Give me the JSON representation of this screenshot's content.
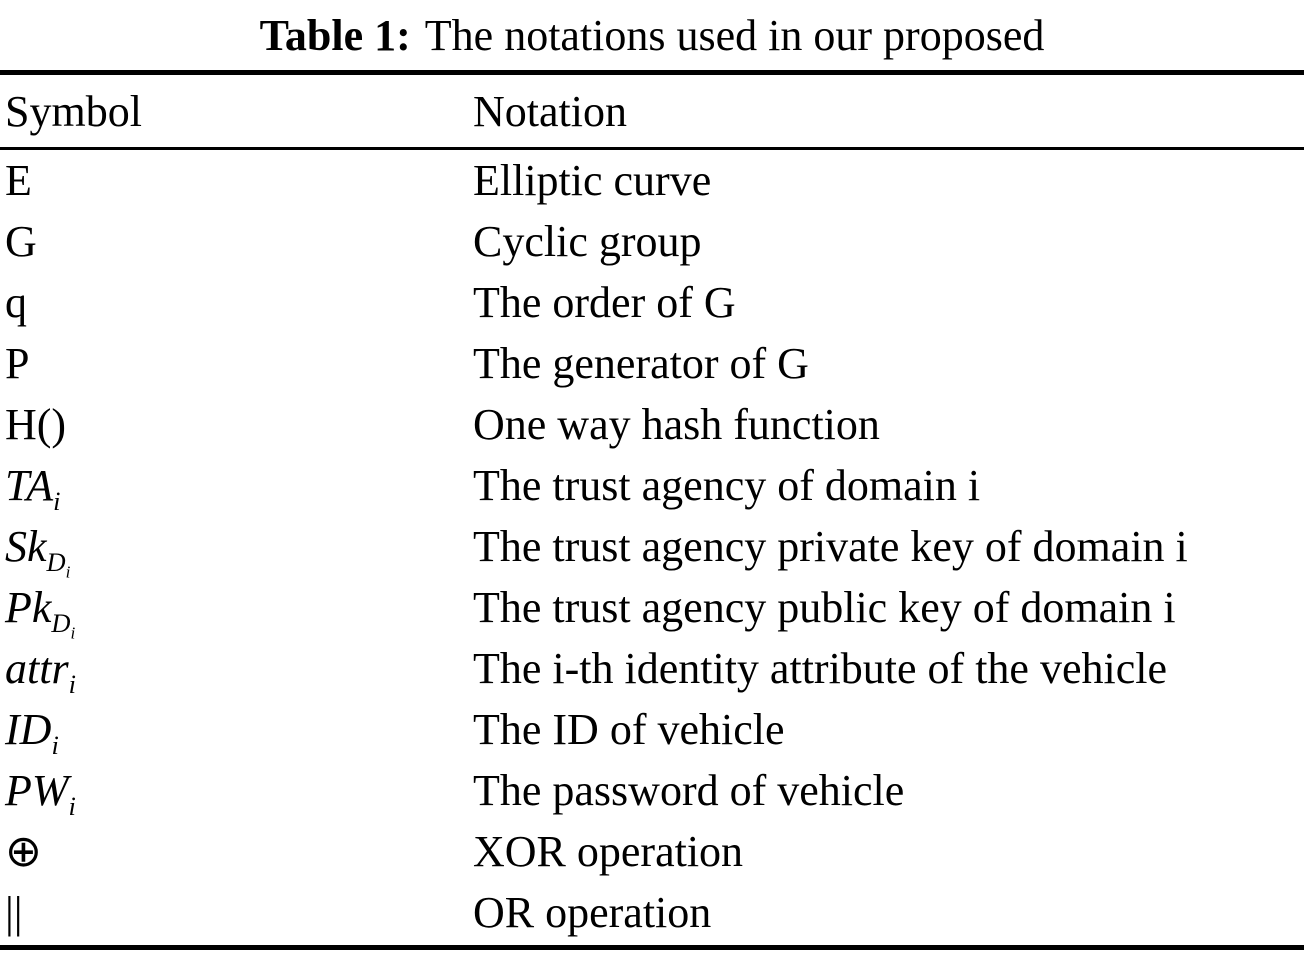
{
  "title": {
    "label": "Table 1:",
    "text": "The notations used in our proposed"
  },
  "header": {
    "symbol": "Symbol",
    "notation": "Notation"
  },
  "rows": [
    {
      "symbol": {
        "main": "E"
      },
      "notation": "Elliptic curve"
    },
    {
      "symbol": {
        "main": "G"
      },
      "notation": "Cyclic group"
    },
    {
      "symbol": {
        "main": "q"
      },
      "notation": "The order of G"
    },
    {
      "symbol": {
        "main": "P"
      },
      "notation": "The generator of G"
    },
    {
      "symbol": {
        "main": "H()"
      },
      "notation": "One way hash function"
    },
    {
      "symbol": {
        "main": "TA",
        "sub": "i"
      },
      "notation": "The trust agency of domain i"
    },
    {
      "symbol": {
        "main": "Sk",
        "sub": "D",
        "subsub": "i"
      },
      "notation": "The trust agency private key of domain i"
    },
    {
      "symbol": {
        "main": "Pk",
        "sub": "D",
        "subsub": "i"
      },
      "notation": "The trust agency public key of domain i"
    },
    {
      "symbol": {
        "main": "attr",
        "sub": "i"
      },
      "notation": "The i-th identity attribute of the vehicle"
    },
    {
      "symbol": {
        "main": "ID",
        "sub": "i"
      },
      "notation": "The ID of vehicle"
    },
    {
      "symbol": {
        "main": "PW",
        "sub": "i"
      },
      "notation": "The password of vehicle"
    },
    {
      "symbol": {
        "main": "⊕"
      },
      "notation": "XOR operation"
    },
    {
      "symbol": {
        "main": "||"
      },
      "notation": "OR operation"
    }
  ],
  "colors": {
    "text": "#000000",
    "background": "#ffffff",
    "rule": "#000000"
  }
}
